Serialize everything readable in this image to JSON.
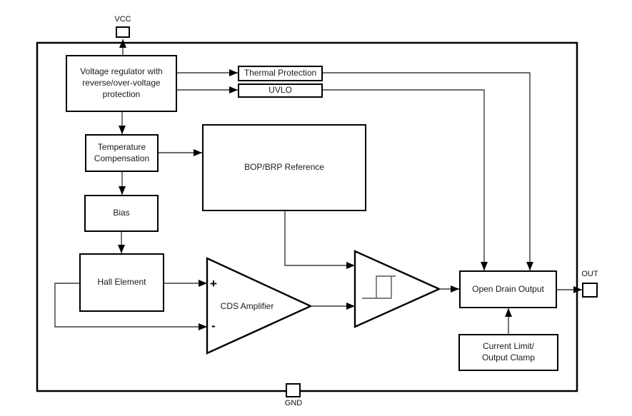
{
  "pins": {
    "vcc": "VCC",
    "gnd": "GND",
    "out": "OUT"
  },
  "blocks": {
    "voltage_regulator": "Voltage regulator with\nreverse/over-voltage\nprotection",
    "thermal_protection": "Thermal Protection",
    "uvlo": "UVLO",
    "temperature_compensation": "Temperature\nCompensation",
    "bias": "Bias",
    "bop_brp_reference": "BOP/BRP Reference",
    "hall_element": "Hall Element",
    "cds_amplifier": "CDS Amplifier",
    "open_drain_output": "Open Drain Output",
    "current_limit": "Current Limit/\nOutput Clamp"
  },
  "amplifier_inputs": {
    "plus": "+",
    "minus": "-"
  },
  "colors": {
    "background": "#ffffff",
    "box_border": "#000000",
    "connector": "#3a3a3a",
    "arrowhead": "#000000",
    "text": "#1a1a1a"
  }
}
